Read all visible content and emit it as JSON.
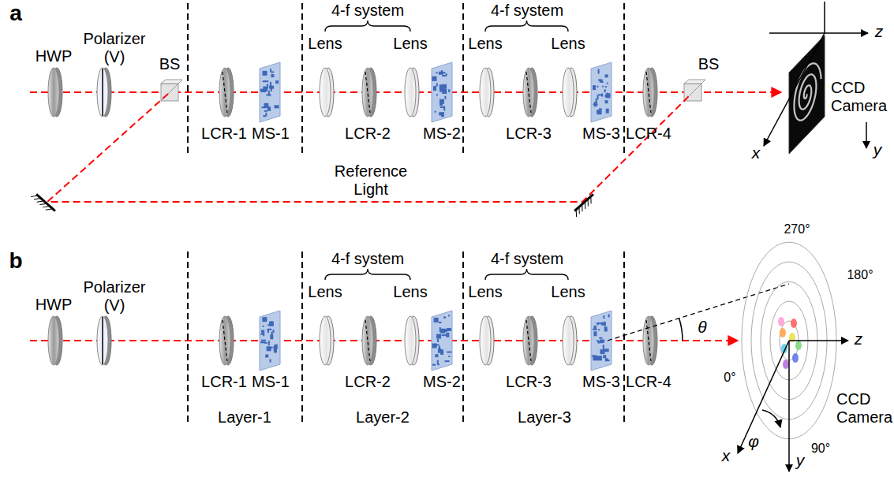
{
  "diagram": {
    "labels": [
      "a",
      "HWP",
      "Polarizer (V)",
      "BS",
      "4-f system",
      "Lens",
      "Lens",
      "4-f system",
      "Lens",
      "Lens",
      "LCR-1",
      "MS-1",
      "LCR-2",
      "MS-2",
      "LCR-3",
      "MS-3",
      "LCR-4",
      "BS",
      "Reference Light",
      "CCD Camera",
      "x",
      "y",
      "z",
      "b",
      "HWP",
      "Polarizer (V)",
      "4-f system",
      "Lens",
      "Lens",
      "4-f system",
      "Lens",
      "Lens",
      "LCR-1",
      "MS-1",
      "LCR-2",
      "MS-2",
      "LCR-3",
      "MS-3",
      "LCR-4",
      "Layer-1",
      "Layer-2",
      "Layer-3",
      "θ",
      "270°",
      "180°",
      "0°",
      "90°",
      "CCD Camera",
      "x",
      "φ",
      "y",
      "z"
    ]
  }
}
